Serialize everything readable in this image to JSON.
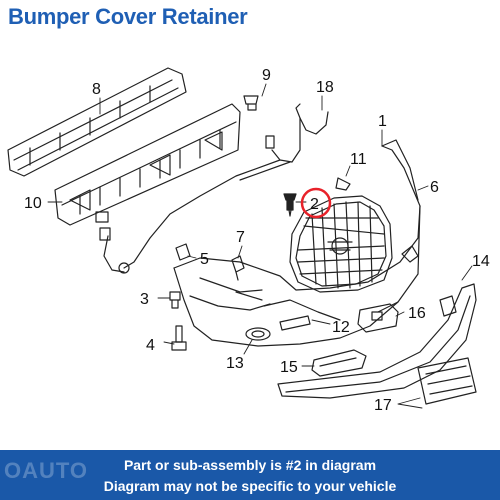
{
  "header": {
    "title": "Bumper Cover Retainer"
  },
  "diagram": {
    "callouts": [
      "1",
      "2",
      "3",
      "4",
      "5",
      "6",
      "7",
      "8",
      "9",
      "10",
      "11",
      "12",
      "13",
      "14",
      "15",
      "16",
      "17",
      "18"
    ],
    "highlighted_callout": "2",
    "highlight_color": "#e8222a"
  },
  "footer": {
    "background": "#1a58a8",
    "line_1": "Part or sub-assembly is #2 in diagram",
    "line_2": "Diagram may not be specific to your vehicle",
    "watermark": "OAUTO"
  }
}
